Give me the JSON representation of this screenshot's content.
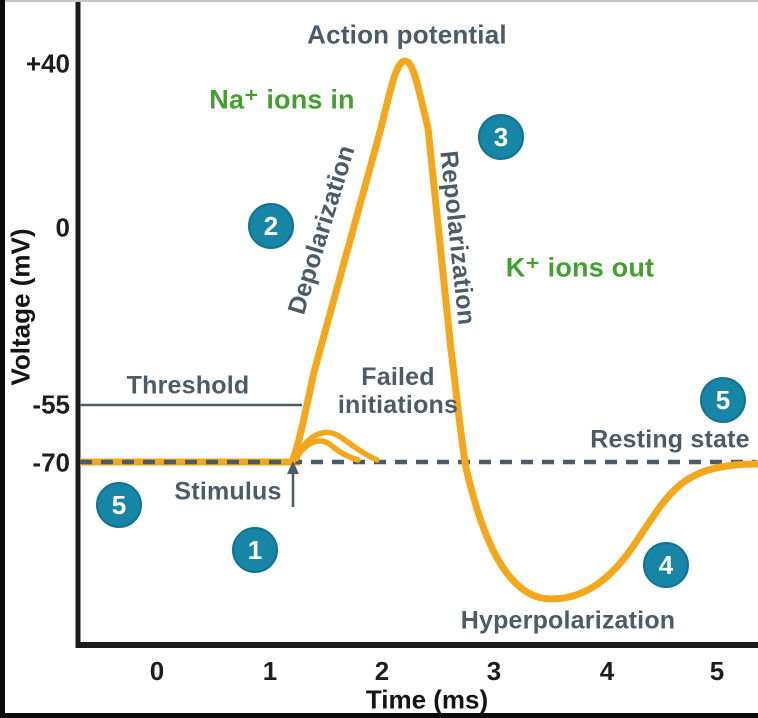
{
  "chart_data": {
    "type": "line",
    "title": "Action potential",
    "xlabel": "Time (ms)",
    "ylabel": "Voltage (mV)",
    "xlim": [
      -0.7,
      5.4
    ],
    "xticks": [
      0,
      1,
      2,
      3,
      4,
      5
    ],
    "ytick_labels": [
      "+40",
      "0",
      "-55",
      "-70"
    ],
    "ytick_values": [
      40,
      0,
      -55,
      -70
    ],
    "grid": false,
    "series": [
      {
        "name": "Membrane potential (action potential)",
        "color": "#F5A71B",
        "x": [
          -0.7,
          0,
          0.5,
          1.0,
          1.2,
          1.3,
          1.6,
          1.9,
          2.1,
          2.2,
          2.35,
          2.5,
          2.7,
          2.9,
          3.2,
          3.6,
          4.0,
          4.4,
          4.8,
          5.1,
          5.4
        ],
        "y": [
          -70,
          -70,
          -70,
          -70,
          -70,
          -55,
          -15,
          20,
          37,
          40,
          22,
          -20,
          -68,
          -85,
          -100,
          -105,
          -95,
          -80,
          -72,
          -70,
          -70
        ]
      },
      {
        "name": "Failed initiation (larger)",
        "color": "#F5A71B",
        "x": [
          1.2,
          1.4,
          1.55,
          1.75
        ],
        "y": [
          -70,
          -61,
          -63,
          -70
        ]
      },
      {
        "name": "Failed initiation (smaller)",
        "color": "#F5A71B",
        "x": [
          1.2,
          1.32,
          1.45,
          1.6
        ],
        "y": [
          -70,
          -64,
          -65,
          -70
        ]
      }
    ],
    "reference_lines": [
      {
        "label": "Threshold",
        "y": -55,
        "style": "solid"
      },
      {
        "label": "Resting state",
        "y": -70,
        "style": "dashed"
      }
    ],
    "annotations": [
      "Action potential",
      "Na⁺ ions in",
      "Depolarization",
      "Repolarization",
      "K⁺ ions out",
      "Threshold",
      "Failed initiations",
      "Resting state",
      "Stimulus",
      "Hyperpolarization"
    ],
    "step_markers": [
      "1",
      "2",
      "3",
      "4",
      "5",
      "5"
    ]
  },
  "labels": {
    "action_potential": "Action potential",
    "na_ions": "Na⁺ ions in",
    "depolarization": "Depolarization",
    "repolarization": "Repolarization",
    "k_ions": "K⁺ ions out",
    "threshold": "Threshold",
    "failed_initiations": "Failed initiations",
    "resting_state": "Resting state",
    "stimulus": "Stimulus",
    "hyperpolarization": "Hyperpolarization"
  },
  "axes": {
    "ylabel": "Voltage (mV)",
    "xlabel": "Time (ms)",
    "yticks": [
      "+40",
      "0",
      "-55",
      "-70"
    ],
    "xticks": [
      "0",
      "1",
      "2",
      "3",
      "4",
      "5"
    ]
  },
  "steps": {
    "s1": "1",
    "s2": "2",
    "s3": "3",
    "s4": "4",
    "s5_left": "5",
    "s5_right": "5"
  },
  "colors": {
    "curve": "#F5A71B",
    "step_circle": "#1786A6",
    "label_text": "#4C5B68",
    "ion_text": "#43A02F",
    "axis": "#1B1B1B"
  }
}
